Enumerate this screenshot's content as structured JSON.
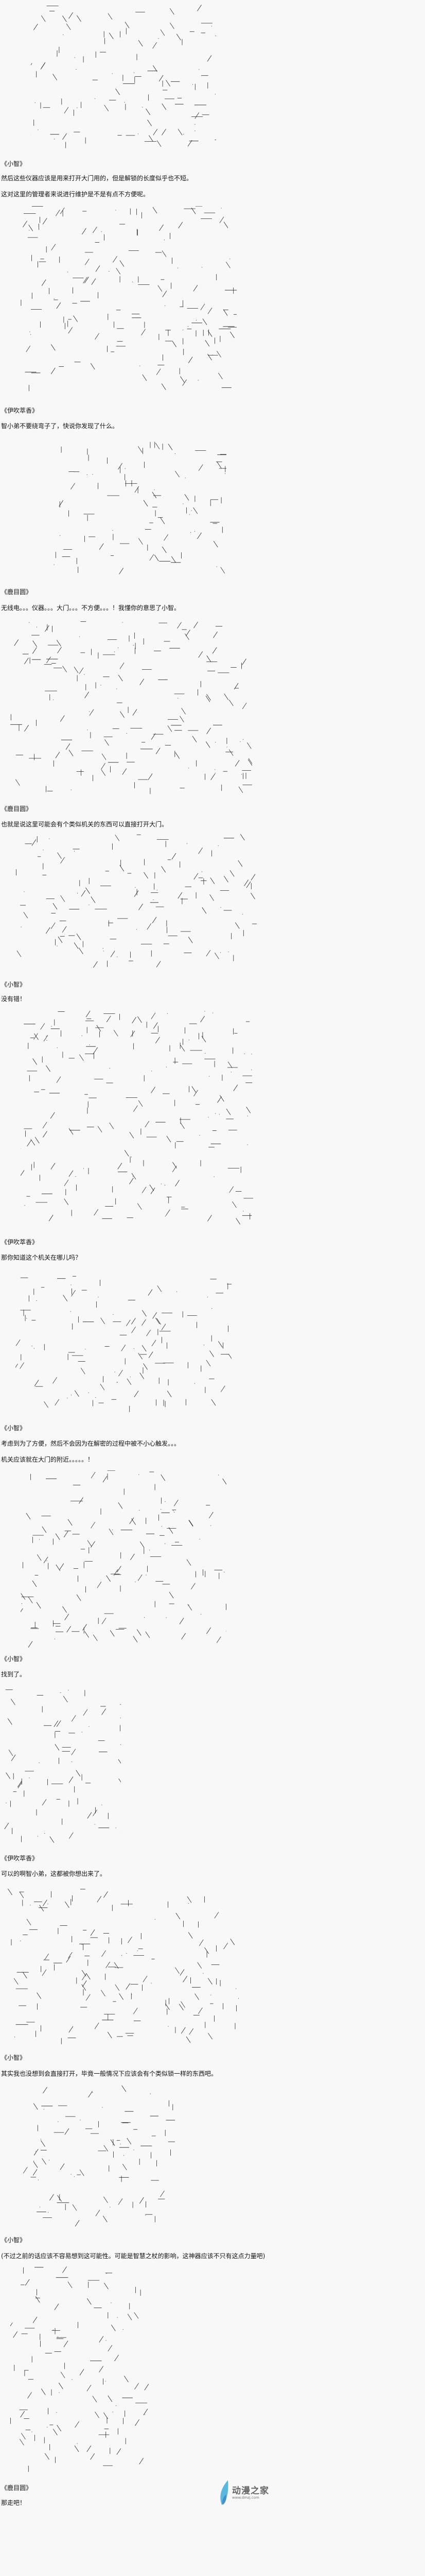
{
  "colors": {
    "background": "#f8f8f8",
    "text": "#111111",
    "watermark_blue": "#5bb6e0"
  },
  "dialogue": [
    {
      "speaker": "《小智》",
      "lines": [
        "然后这些仪器应该是用来打开大门用的，但是解锁的长度似乎也不短。",
        "这对这里的管理者来说进行维护是不是有点不方便呢。"
      ]
    },
    {
      "speaker": "《伊吹萃香》",
      "lines": [
        "智小弟不要绕弯子了，快说你发现了什么。"
      ]
    },
    {
      "speaker": "《鹿目圆》",
      "lines": [
        "无线电。。。仪器。。。大门。。。不方便。。。！我懂你的意思了小智。"
      ]
    },
    {
      "speaker": "《鹿目圆》",
      "lines": [
        "也就是说这里可能会有个类似机关的东西可以直接打开大门。"
      ]
    },
    {
      "speaker": "《小智》",
      "lines": [
        "没有错！"
      ]
    },
    {
      "speaker": "《伊吹萃香》",
      "lines": [
        "那你知道这个机关在哪儿吗？"
      ]
    },
    {
      "speaker": "《小智》",
      "lines": [
        "考虑到为了方便，然后不会因为在解密的过程中被不小心触发。。。",
        "机关应该就在大门的附近。。。。。！"
      ]
    },
    {
      "speaker": "《小智》",
      "lines": [
        "找到了。"
      ]
    },
    {
      "speaker": "《伊吹萃香》",
      "lines": [
        "可以的啊智小弟，这都被你想出来了。"
      ]
    },
    {
      "speaker": "《小智》",
      "lines": [
        "其实我也没想到会直接打开，毕竟一般情况下应该会有个类似锁一样的东西吧。"
      ]
    },
    {
      "speaker": "《小智》",
      "lines": [
        "(不过之前的话应该不容易想到这可能性。可能是智慧之杖的影响，这神器应该不只有这点力量吧)"
      ]
    },
    {
      "speaker": "《鹿目圆》",
      "lines": [
        "那走吧！"
      ]
    }
  ],
  "watermark": {
    "name": "动漫之家",
    "url": "www.dmzj.com"
  }
}
